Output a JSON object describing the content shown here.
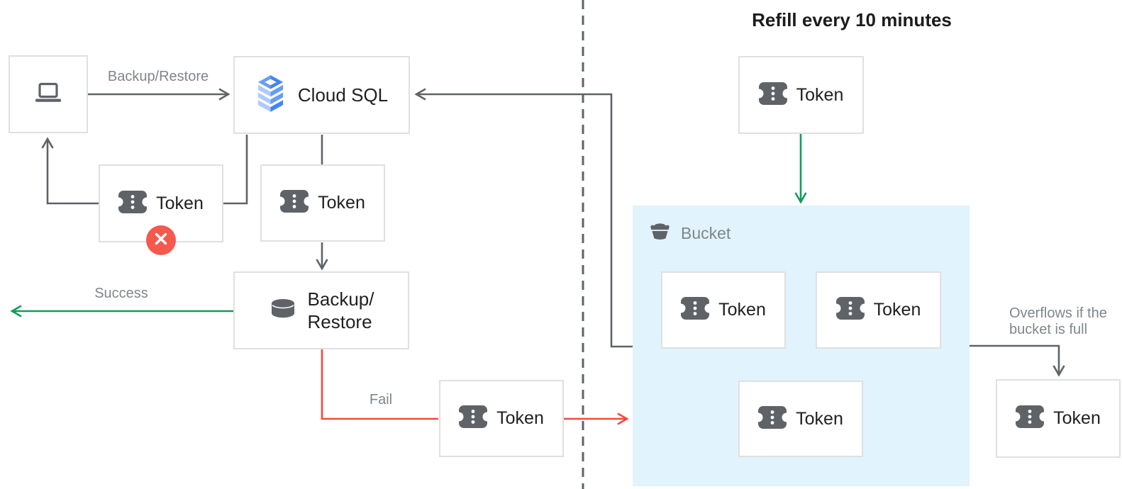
{
  "title": "Refill every 10 minutes",
  "labels": {
    "token": "Token",
    "cloud_sql": "Cloud SQL",
    "backup_restore_line1": "Backup/",
    "backup_restore_line2": "Restore",
    "backup_restore_arrow": "Backup/Restore",
    "success": "Success",
    "fail": "Fail",
    "bucket": "Bucket",
    "overflow_line1": "Overflows if the",
    "overflow_line2": "bucket is full"
  },
  "icons": [
    "laptop-icon",
    "cloud-sql-icon",
    "token-icon",
    "database-icon",
    "bucket-icon",
    "error-x-badge-icon",
    "arrowhead-icon"
  ],
  "colors": {
    "box_border": "#e0e0e0",
    "text_dark": "#212121",
    "label_gray": "#80868b",
    "line_gray": "#5f6368",
    "icon_gray": "#5f6368",
    "green": "#0f9d58",
    "red": "#f4493c",
    "badge_red": "#f5594d",
    "bucket_bg": "#e1f3fc",
    "cloud_sql_dark": "#4285f4",
    "cloud_sql_mid": "#669df6",
    "cloud_sql_light": "#aecbfa"
  }
}
